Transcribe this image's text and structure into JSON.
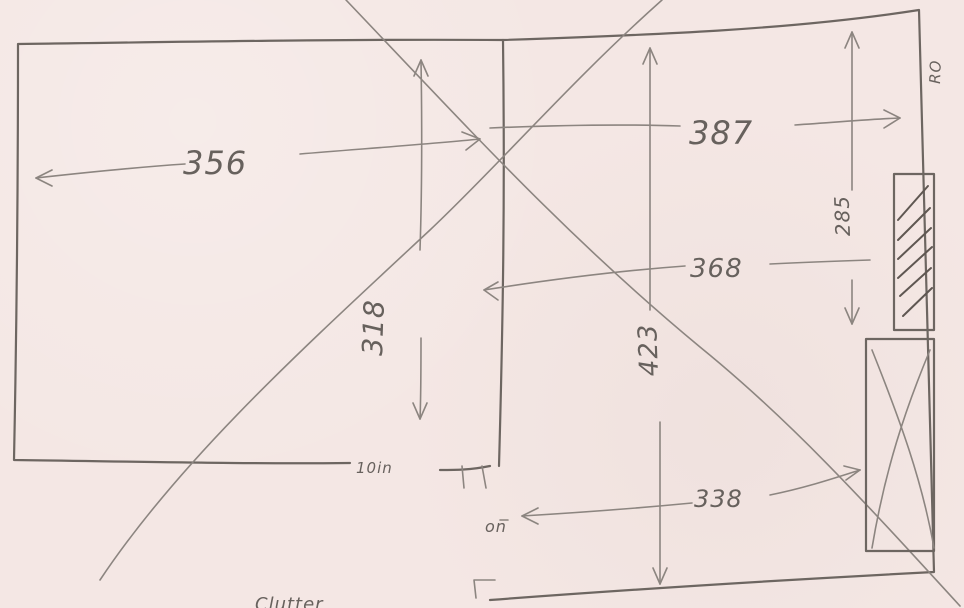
{
  "sketch": {
    "labels": {
      "left_width": "356",
      "right_width": "387",
      "left_height": "318",
      "mid_width": "368",
      "right_height_main": "423",
      "side_panel_height": "285",
      "bottom_width": "338",
      "bottom_left_mark": "10in",
      "left_small_mark": "on",
      "right_edge_mark": "RO",
      "bottom_scribble": "Clutter"
    }
  }
}
